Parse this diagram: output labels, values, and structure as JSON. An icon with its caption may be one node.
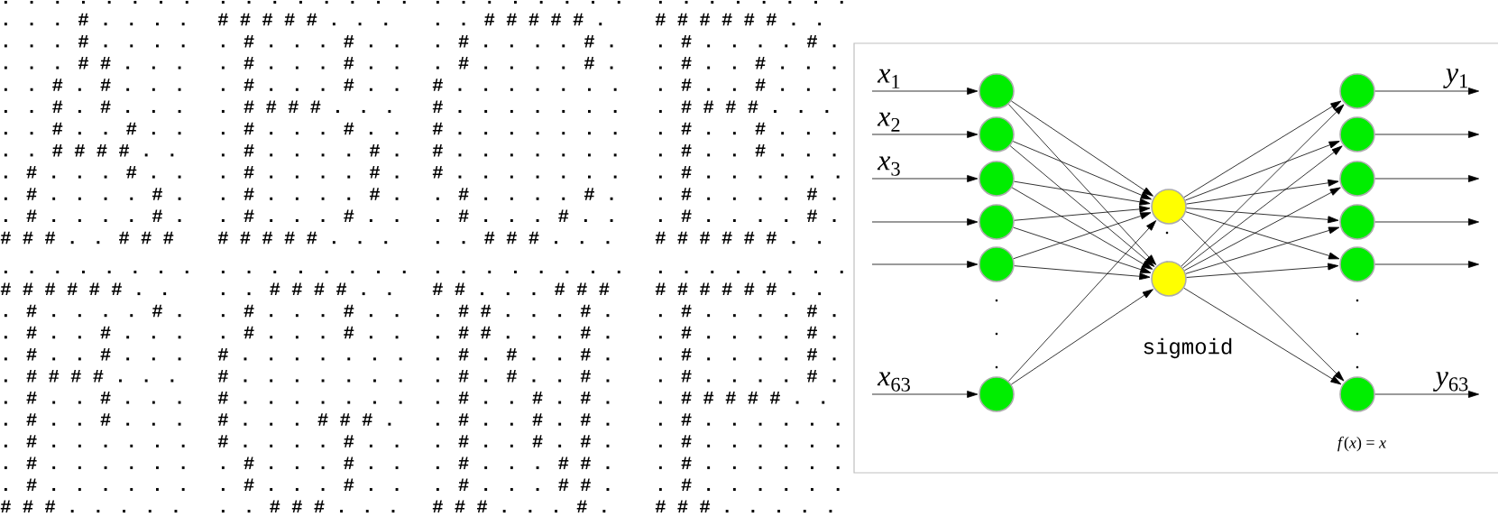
{
  "diagram": {
    "nodes": [
      {
        "text": [],
        "shape": "circle"
      },
      {
        "text": [],
        "shape": "circle"
      },
      {
        "text": [],
        "shape": "circle"
      },
      {
        "text": [],
        "shape": "circle"
      },
      {
        "text": [],
        "shape": "circle"
      },
      {
        "text": [],
        "shape": "circle"
      },
      {
        "text": [],
        "shape": "circle"
      },
      {
        "text": [],
        "shape": "circle"
      },
      {
        "text": [],
        "shape": "circle"
      },
      {
        "text": [],
        "shape": "circle"
      },
      {
        "text": [],
        "shape": "circle"
      },
      {
        "text": [],
        "shape": "circle"
      },
      {
        "text": [],
        "shape": "circle"
      },
      {
        "text": [],
        "shape": "circle"
      }
    ],
    "edges": [
      {
        "from": null,
        "to": 0,
        "arrow": "to",
        "label": "*x*$_{1}$"
      },
      {
        "from": null,
        "to": 1,
        "arrow": "to",
        "label": "*x*$_{2}$"
      },
      {
        "from": null,
        "to": 2,
        "arrow": "to",
        "label": "*x*$_{3}$"
      },
      {
        "from": null,
        "to": 3,
        "arrow": "to"
      },
      {
        "from": null,
        "to": 4,
        "arrow": "to"
      },
      {
        "from": null,
        "to": 5,
        "arrow": "to",
        "label": "*x*$_{63}$"
      },
      {
        "from": 0,
        "to": 6,
        "arrow": "to"
      },
      {
        "from": 0,
        "to": 7,
        "arrow": "to"
      },
      {
        "from": 1,
        "to": 6,
        "arrow": "to"
      },
      {
        "from": 1,
        "to": 7,
        "arrow": "to"
      },
      {
        "from": 2,
        "to": 6,
        "arrow": "to"
      },
      {
        "from": 2,
        "to": 7,
        "arrow": "to"
      },
      {
        "from": 3,
        "to": 6,
        "arrow": "to"
      },
      {
        "from": 3,
        "to": 7,
        "arrow": "to"
      },
      {
        "from": 4,
        "to": 6,
        "arrow": "to"
      },
      {
        "from": 4,
        "to": 7,
        "arrow": "to"
      },
      {
        "from": 5,
        "to": 6,
        "arrow": "to"
      },
      {
        "from": 5,
        "to": 7,
        "arrow": "to"
      },
      {
        "from": 6,
        "to": 8,
        "arrow": "to"
      },
      {
        "from": 6,
        "to": 9,
        "arrow": "to"
      },
      {
        "from": 6,
        "to": 10,
        "arrow": "to"
      },
      {
        "from": 6,
        "to": 11,
        "arrow": "to"
      },
      {
        "from": 6,
        "to": 12,
        "arrow": "to"
      },
      {
        "from": 6,
        "to": 13,
        "arrow": "to"
      },
      {
        "from": 7,
        "to": 8,
        "arrow": "to"
      },
      {
        "from": 7,
        "to": 9,
        "arrow": "to"
      },
      {
        "from": 7,
        "to": 10,
        "arrow": "to"
      },
      {
        "from": 7,
        "to": 11,
        "arrow": "to"
      },
      {
        "from": 7,
        "to": 12,
        "arrow": "to"
      },
      {
        "from": 7,
        "to": 13,
        "arrow": "to"
      },
      {
        "from": 8,
        "to": null,
        "arrow": "to",
        "label": "*y*$_{1}$"
      },
      {
        "from": 9,
        "to": null,
        "arrow": "to"
      },
      {
        "from": 10,
        "to": null,
        "arrow": "to"
      },
      {
        "from": 11,
        "to": null,
        "arrow": "to"
      },
      {
        "from": 12,
        "to": null,
        "arrow": "to"
      },
      {
        "from": 13,
        "to": null,
        "arrow": "to",
        "label": "*y*$_{63}$"
      }
    ],
    "labels": [
      ". . . . . . . .",
      ". . . # . . . .",
      ". . . # . . . .",
      ". . . # # . . .",
      ". . # . # . . .",
      ". . # . # . . .",
      ". . # . . # . .",
      ". . # # # # . .",
      ". # . . . # . .",
      ". # . . . . # .",
      ". # . . . . # .",
      "# # # . . # # #",
      ". . . . . . . .",
      "# # # # # . . .",
      ". # . . . # . .",
      ". # . . . # . .",
      ". # . . . # . .",
      ". # # # # . . .",
      ". # . . . # . .",
      ". # . . . . # .",
      ". # . . . . # .",
      ". # . . . . # .",
      ". # . . . # . .",
      "# # # # # . . .",
      ". . . . . . . .",
      ". . # # # # # .",
      ". # . . . . # .",
      ". # . . . . # .",
      "# . . . . . . .",
      "# . . . . . . .",
      "# . . . . . . .",
      "# . . . . . . .",
      "# . . . . . . .",
      ". # . . . . # .",
      ". # . . . # . .",
      ". . # # # . . .",
      ". . . . . . . .",
      "# # # # # # . .",
      ". # . . . . # .",
      ". # . . # . . .",
      ". # . . # . . .",
      ". # # # # . . .",
      ". # . . # . . .",
      ". # . . # . . .",
      ". # . . . . . .",
      ". # . . . . # .",
      ". # . . . . # .",
      "# # # # # # . .",
      ". . . . . . . .",
      "# # # # # # . .",
      ". # . . . . # .",
      ". # . . # . . .",
      ". # . . # . . .",
      ". # # # # . . .",
      ". # . . # . . .",
      ". # . . # . . .",
      ". # . . . . . .",
      ". # . . . . . .",
      ". # . . . . . .",
      "# # # . . . . .",
      ". . . . . . . .",
      ". . # # # # . .",
      ". # . . . # . .",
      ". # . . . # . .",
      "# . . . . . . .",
      "# . . . . . . .",
      "# . . . . . . .",
      "# . . . # # # .",
      "# . . . . # . .",
      ". # . . . # . .",
      ". # . . . # . .",
      ". . # # # . . .",
      ". . . . . . . .",
      "# # . . . # # #",
      ". # # . . . # .",
      ". # # . . . # .",
      ". # . # . . # .",
      ". # . # . . # .",
      ". # . . # . # .",
      ". # . . # . # .",
      ". # . . # . # .",
      ". # . . . # # .",
      ". # . . . # # .",
      "# # # . . . # .",
      ". . . . . . . .",
      "# # # # # # . .",
      ". # . . . . # .",
      ". # . . . . # .",
      ". # . . . . # .",
      ". # . . . . # .",
      ". # # # # # . .",
      ". # . . . . . .",
      ". # . . . . . .",
      ". # . . . . . .",
      ". # . . . . . .",
      "# # # . . . . .",
      "sigmoid",
      "*f*(*x*) = *x*"
    ]
  }
}
